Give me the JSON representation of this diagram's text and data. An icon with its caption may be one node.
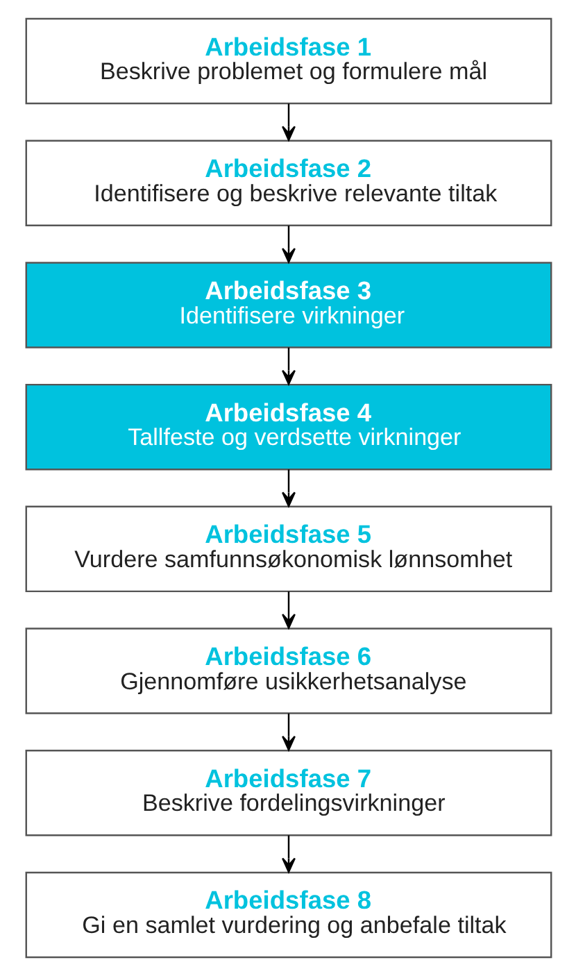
{
  "diagram": {
    "nodes": [
      {
        "text": [
          "Arbeidsfase 1",
          "Beskrive problemet og formulere mål"
        ]
      },
      {
        "text": [
          "Arbeidsfase 2",
          "Identifisere og beskrive relevante tiltak"
        ]
      },
      {
        "text": [
          "Arbeidsfase 3",
          "Identifisere virkninger"
        ]
      },
      {
        "text": [
          "Arbeidsfase 4",
          "Tallfeste og verdsette virkninger"
        ]
      },
      {
        "text": [
          "Arbeidsfase 5",
          "Vurdere samfunnsøkonomisk lønnsomhet"
        ]
      },
      {
        "text": [
          "Arbeidsfase 6",
          "Gjennomføre usikkerhetsanalyse"
        ]
      },
      {
        "text": [
          "Arbeidsfase 7",
          "Beskrive fordelingsvirkninger"
        ]
      },
      {
        "text": [
          "Arbeidsfase 8",
          "Gi en samlet vurdering og anbefale tiltak"
        ]
      }
    ],
    "edges": [
      {
        "from": 0,
        "to": 1,
        "arrow": "to"
      },
      {
        "from": 1,
        "to": 2,
        "arrow": "to"
      },
      {
        "from": 2,
        "to": 3,
        "arrow": "to"
      },
      {
        "from": 3,
        "to": 4,
        "arrow": "to"
      },
      {
        "from": 4,
        "to": 5,
        "arrow": "to"
      },
      {
        "from": 5,
        "to": 6,
        "arrow": "to"
      },
      {
        "from": 6,
        "to": 7,
        "arrow": "to"
      }
    ]
  }
}
